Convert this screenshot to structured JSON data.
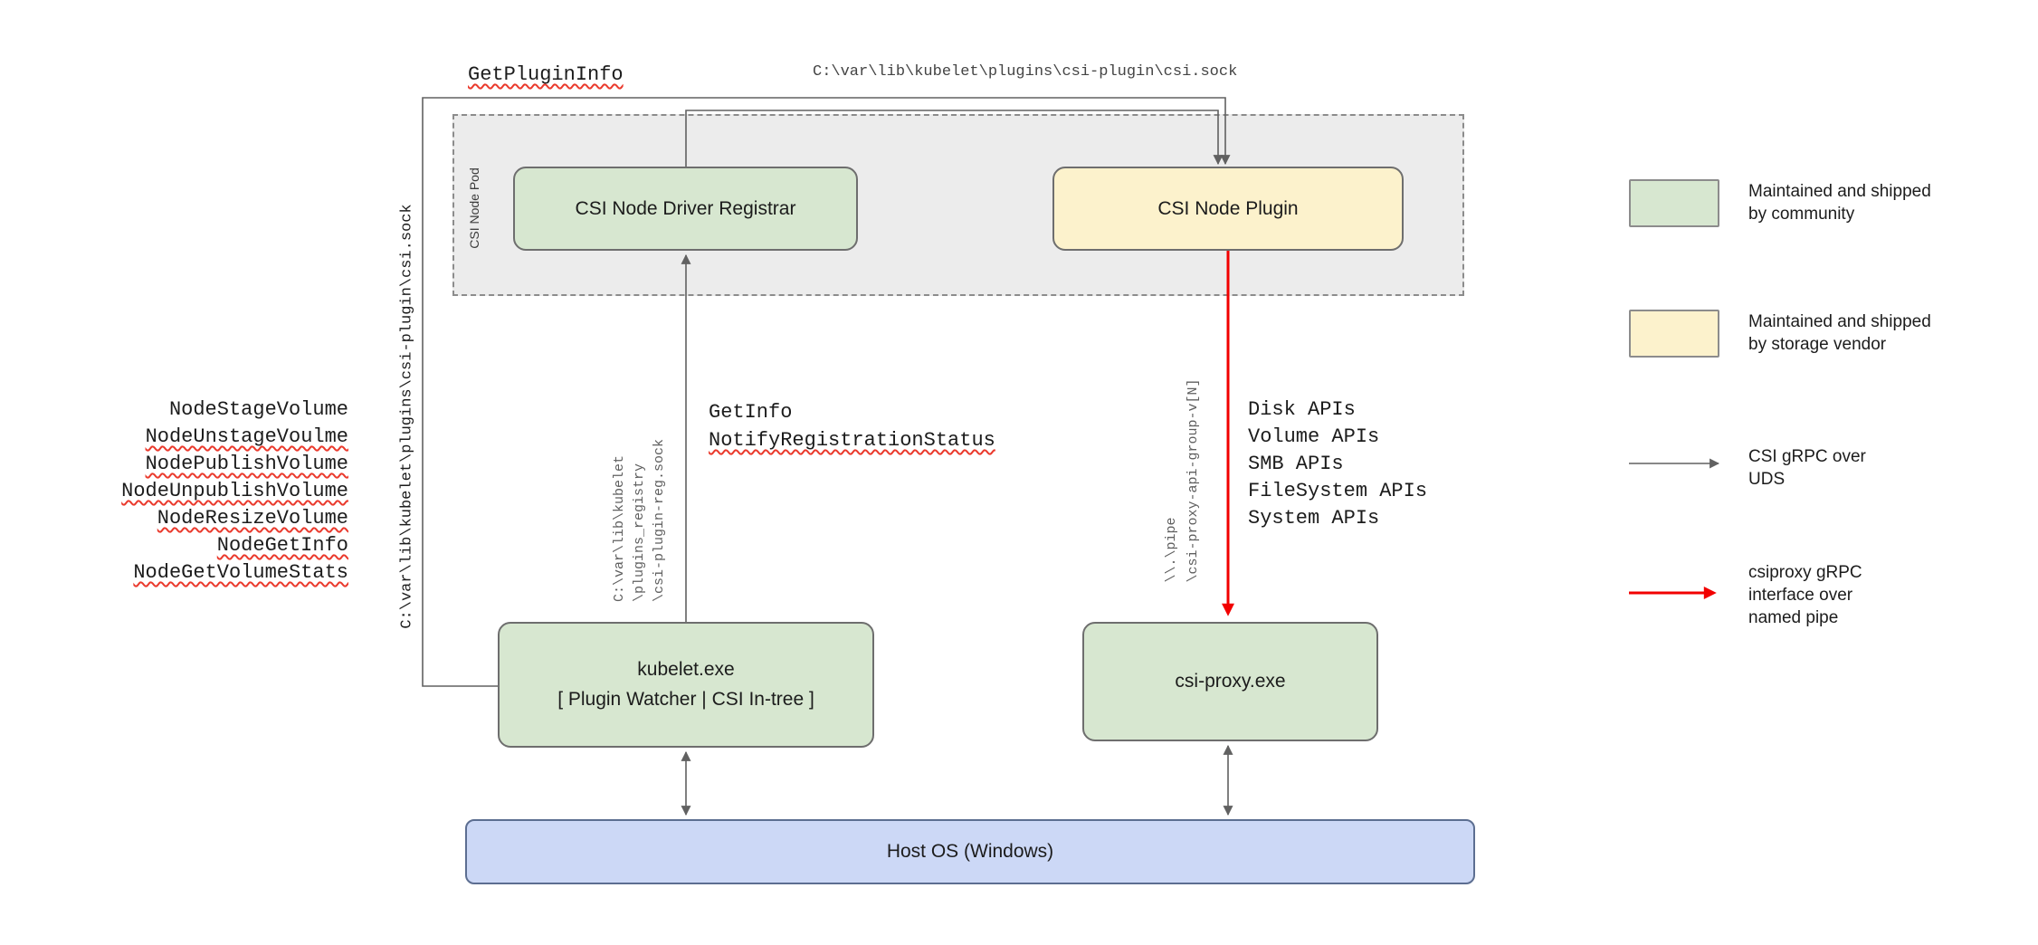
{
  "colors": {
    "community_green": "#d7e7d0",
    "vendor_yellow": "#fcf2cc",
    "host_blue": "#ccd8f6",
    "pod_gray": "#ececec",
    "uds_arrow_gray": "#616161",
    "pipe_arrow_red": "#f20000",
    "spellcheck_red": "#ea3a2d"
  },
  "nodes": {
    "pod_label": "CSI Node Pod",
    "registrar": "CSI Node Driver Registrar",
    "plugin": "CSI Node Plugin",
    "kubelet_title": "kubelet.exe",
    "kubelet_subtitle": "[ Plugin Watcher | CSI In-tree ]",
    "csi_proxy": "csi-proxy.exe",
    "host_os": "Host OS (Windows)"
  },
  "edge_labels": {
    "get_plugin_info": "GetPluginInfo",
    "csi_sock_path_top": "C:\\var\\lib\\kubelet\\plugins\\csi-plugin\\csi.sock",
    "csi_sock_path_left": "C:\\var\\lib\\kubelet\\plugins\\csi-plugin\\csi.sock",
    "node_calls": [
      "NodeStageVolume",
      "NodeUnstageVoulme",
      "NodePublishVolume",
      "NodeUnpublishVolume",
      "NodeResizeVolume",
      "NodeGetInfo",
      "NodeGetVolumeStats"
    ],
    "reg_sock_line1": "C:\\var\\lib\\kubelet",
    "reg_sock_line2": "\\plugins_registry",
    "reg_sock_line3": "\\csi-plugin-reg.sock",
    "get_info": "GetInfo",
    "notify_registration_status": "NotifyRegistrationStatus",
    "pipe_line1": "\\\\.\\pipe",
    "pipe_line2": "\\csi-proxy-api-group-v[N]",
    "api_calls": [
      "Disk APIs",
      "Volume APIs",
      "SMB APIs",
      "FileSystem APIs",
      "System APIs"
    ]
  },
  "legend": {
    "community_label": "Maintained and shipped by community",
    "vendor_label": "Maintained and shipped by storage vendor",
    "uds_arrow_label": "CSI gRPC over UDS",
    "pipe_arrow_label": "csiproxy gRPC interface over named pipe"
  }
}
